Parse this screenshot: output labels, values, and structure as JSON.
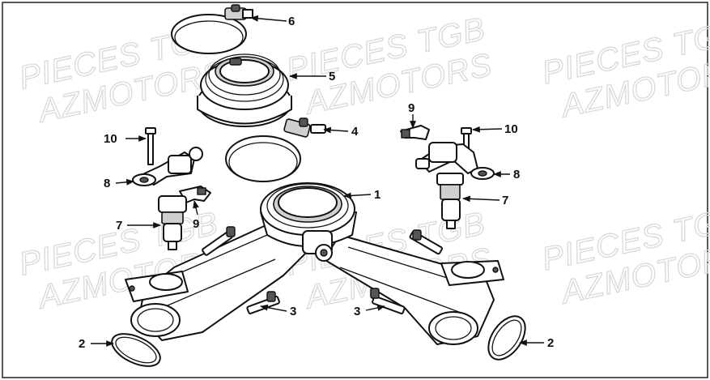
{
  "watermark": {
    "line1": "PIECES TGB",
    "line2": "AZMOTORS"
  },
  "callouts": [
    {
      "id": "c1",
      "label": "1"
    },
    {
      "id": "c2a",
      "label": "2"
    },
    {
      "id": "c2b",
      "label": "2"
    },
    {
      "id": "c3a",
      "label": "3"
    },
    {
      "id": "c3b",
      "label": "3"
    },
    {
      "id": "c4",
      "label": "4"
    },
    {
      "id": "c5",
      "label": "5"
    },
    {
      "id": "c6",
      "label": "6"
    },
    {
      "id": "c7a",
      "label": "7"
    },
    {
      "id": "c7b",
      "label": "7"
    },
    {
      "id": "c8a",
      "label": "8"
    },
    {
      "id": "c8b",
      "label": "8"
    },
    {
      "id": "c9a",
      "label": "9"
    },
    {
      "id": "c9b",
      "label": "9"
    },
    {
      "id": "c10a",
      "label": "10"
    },
    {
      "id": "c10b",
      "label": "10"
    }
  ]
}
